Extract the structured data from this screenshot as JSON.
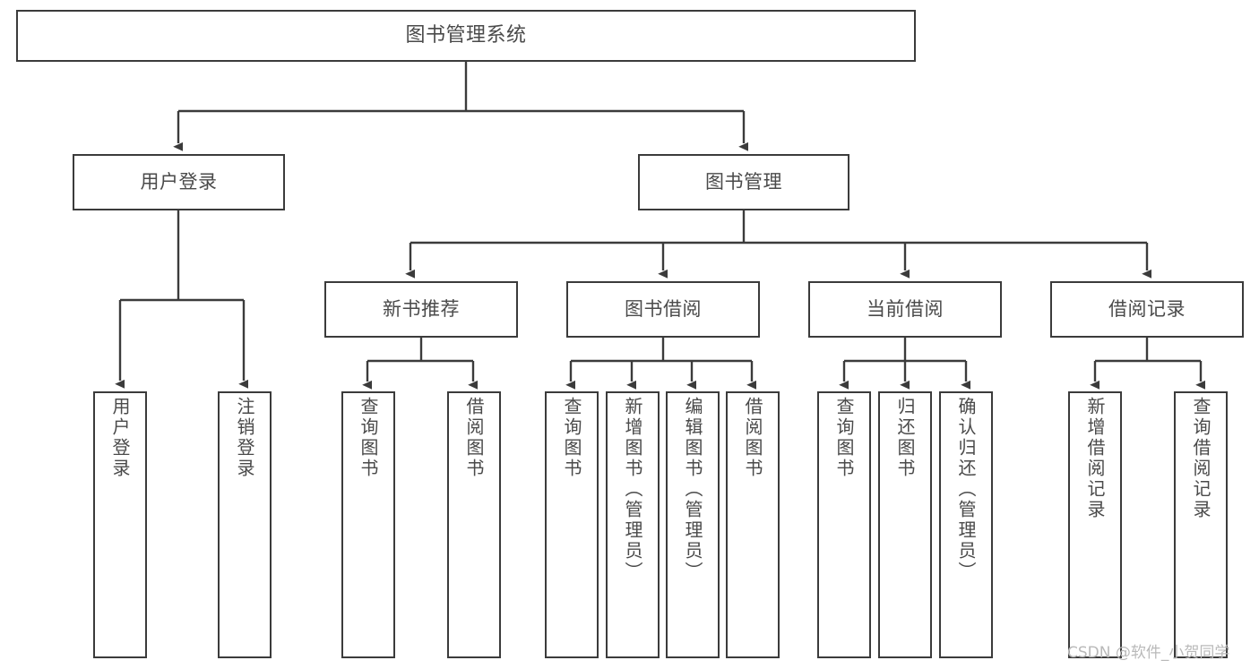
{
  "diagram": {
    "title": "图书管理系统",
    "type": "tree-hierarchy-diagram",
    "colors": {
      "box_border": "#3b3b3b",
      "box_fill": "#ffffff",
      "text": "#4a4a4a",
      "edge": "#3b3b3b",
      "watermark": "#b9b9b9",
      "background": "#ffffff"
    }
  },
  "nodes": {
    "root": {
      "label": "图书管理系统"
    },
    "level2": [
      {
        "label": "用户登录"
      },
      {
        "label": "图书管理"
      }
    ],
    "level3": [
      {
        "label": "新书推荐"
      },
      {
        "label": "图书借阅"
      },
      {
        "label": "当前借阅"
      },
      {
        "label": "借阅记录"
      }
    ],
    "leaves": {
      "user_login": [
        {
          "label": "用户登录"
        },
        {
          "label": "注销登录"
        }
      ],
      "new_book_recommend": [
        {
          "label": "查询图书"
        },
        {
          "label": "借阅图书"
        }
      ],
      "book_borrow": [
        {
          "label": "查询图书"
        },
        {
          "label": "新增图书（管理员）"
        },
        {
          "label": "编辑图书（管理员）"
        },
        {
          "label": "借阅图书"
        }
      ],
      "current_borrow": [
        {
          "label": "查询图书"
        },
        {
          "label": "归还图书"
        },
        {
          "label": "确认归还（管理员）"
        }
      ],
      "borrow_record": [
        {
          "label": "新增借阅记录"
        },
        {
          "label": "查询借阅记录"
        }
      ]
    }
  },
  "watermark": {
    "text": "CSDN @软件_小贺同学"
  }
}
